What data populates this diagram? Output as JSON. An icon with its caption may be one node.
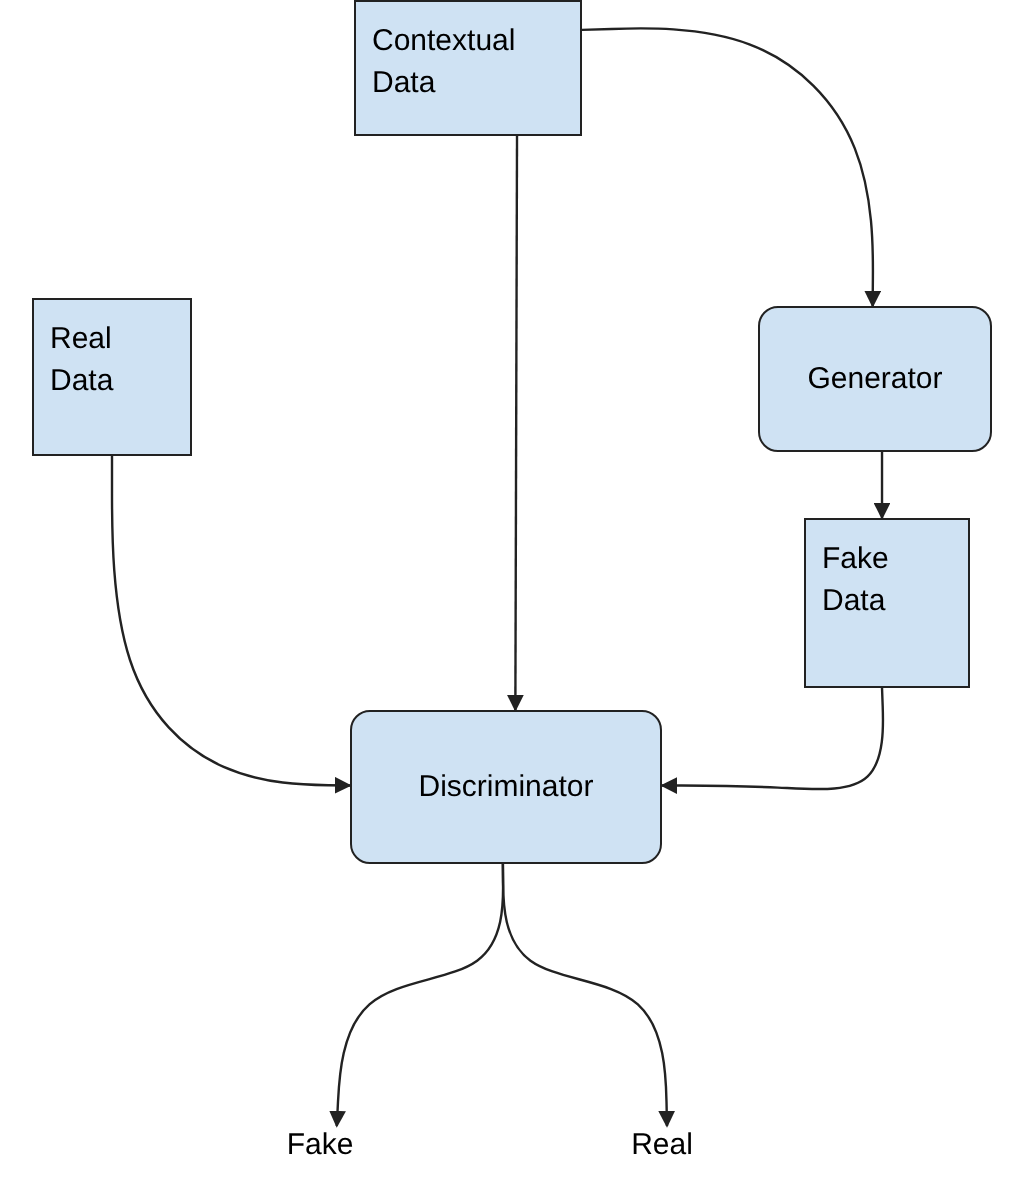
{
  "diagram": {
    "nodes": [
      {
        "text": [
          "Contextual Data"
        ]
      },
      {
        "text": [
          "Real Data"
        ]
      },
      {
        "text": [
          "Generator"
        ]
      },
      {
        "text": [
          "Fake Data"
        ]
      },
      {
        "text": [
          "Discriminator"
        ]
      },
      {
        "text": [
          "Fake"
        ]
      },
      {
        "text": [
          "Real"
        ]
      }
    ],
    "edges": [
      {
        "from": 0,
        "to": 4,
        "arrow": "to"
      },
      {
        "from": 0,
        "to": 2,
        "arrow": "to"
      },
      {
        "from": 1,
        "to": 4,
        "arrow": "to"
      },
      {
        "from": 2,
        "to": 3,
        "arrow": "to"
      },
      {
        "from": 3,
        "to": 4,
        "arrow": "to"
      },
      {
        "from": 4,
        "to": 5,
        "arrow": "to"
      },
      {
        "from": 4,
        "to": 6,
        "arrow": "to"
      }
    ]
  }
}
